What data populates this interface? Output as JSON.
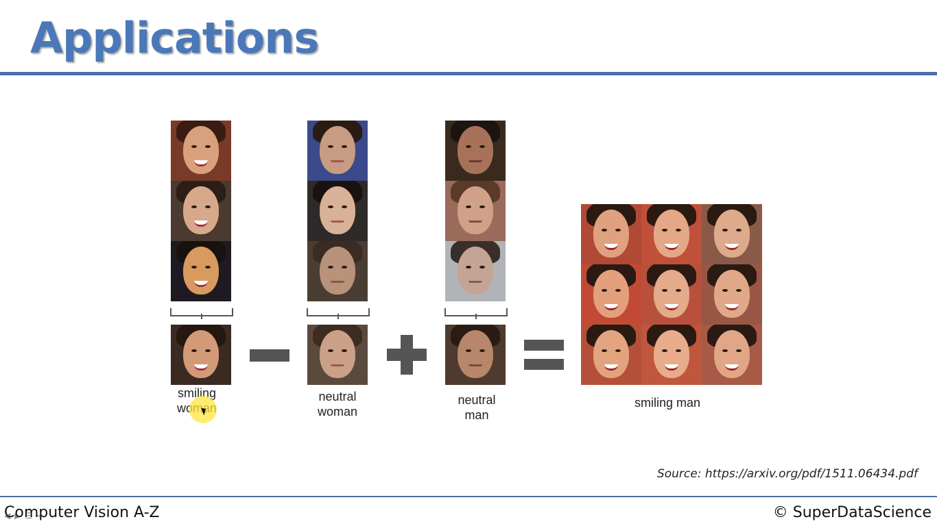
{
  "slide": {
    "title": "Applications",
    "source": "Source: https://arxiv.org/pdf/1511.06434.pdf",
    "footer_left": "Computer Vision A-Z",
    "footer_right": "© SuperDataScience"
  },
  "labels": {
    "smiling_woman": [
      "smiling",
      "woman"
    ],
    "neutral_woman": [
      "neutral",
      "woman"
    ],
    "neutral_man": [
      "neutral",
      "man"
    ],
    "smiling_man": "smiling man"
  },
  "colors": {
    "title": "#4a78b8",
    "rule": "#4a6fa8",
    "operator": "#555555"
  },
  "operators": [
    "minus",
    "plus",
    "equals"
  ],
  "nav_controls": [
    "prev-icon",
    "next-icon",
    "menu-icon",
    "forward-icon"
  ]
}
